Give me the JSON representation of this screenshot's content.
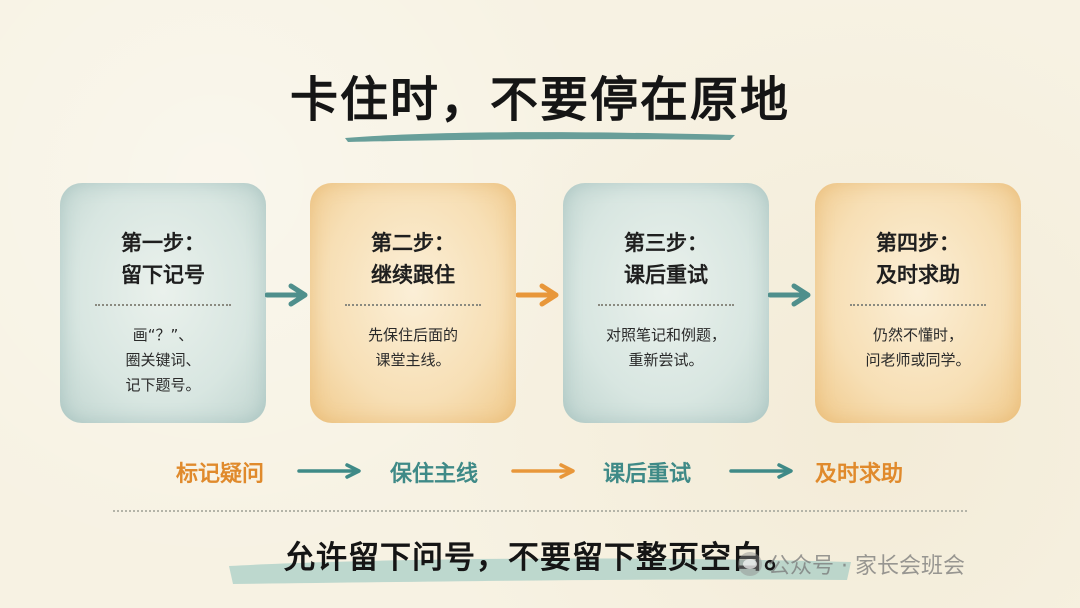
{
  "title": "卡住时，不要停在原地",
  "steps": [
    {
      "step": "第一步：",
      "name": "留下记号",
      "desc": [
        "画“？”、",
        "圈关键词、",
        "记下题号。"
      ],
      "color": "#d8e6e1"
    },
    {
      "step": "第二步：",
      "name": "继续跟住",
      "desc": [
        "先保住后面的",
        "课堂主线。"
      ],
      "color": "#f7dfb5"
    },
    {
      "step": "第三步：",
      "name": "课后重试",
      "desc": [
        "对照笔记和例题，",
        "重新尝试。"
      ],
      "color": "#d8e6e1"
    },
    {
      "step": "第四步：",
      "name": "及时求助",
      "desc": [
        "仍然不懂时，",
        "问老师或同学。"
      ],
      "color": "#f7dfb5"
    }
  ],
  "flow": [
    "标记疑问",
    "保住主线",
    "课后重试",
    "及时求助"
  ],
  "bottom_text": "允许留下问号，不要留下整页空白。",
  "watermark": "公众号 · 家长会班会",
  "colors": {
    "teal": "#3f8a87",
    "orange": "#e08a2c",
    "background": "#f7f2e3"
  },
  "icons": [
    "arrow-right-icon",
    "wechat-icon"
  ]
}
